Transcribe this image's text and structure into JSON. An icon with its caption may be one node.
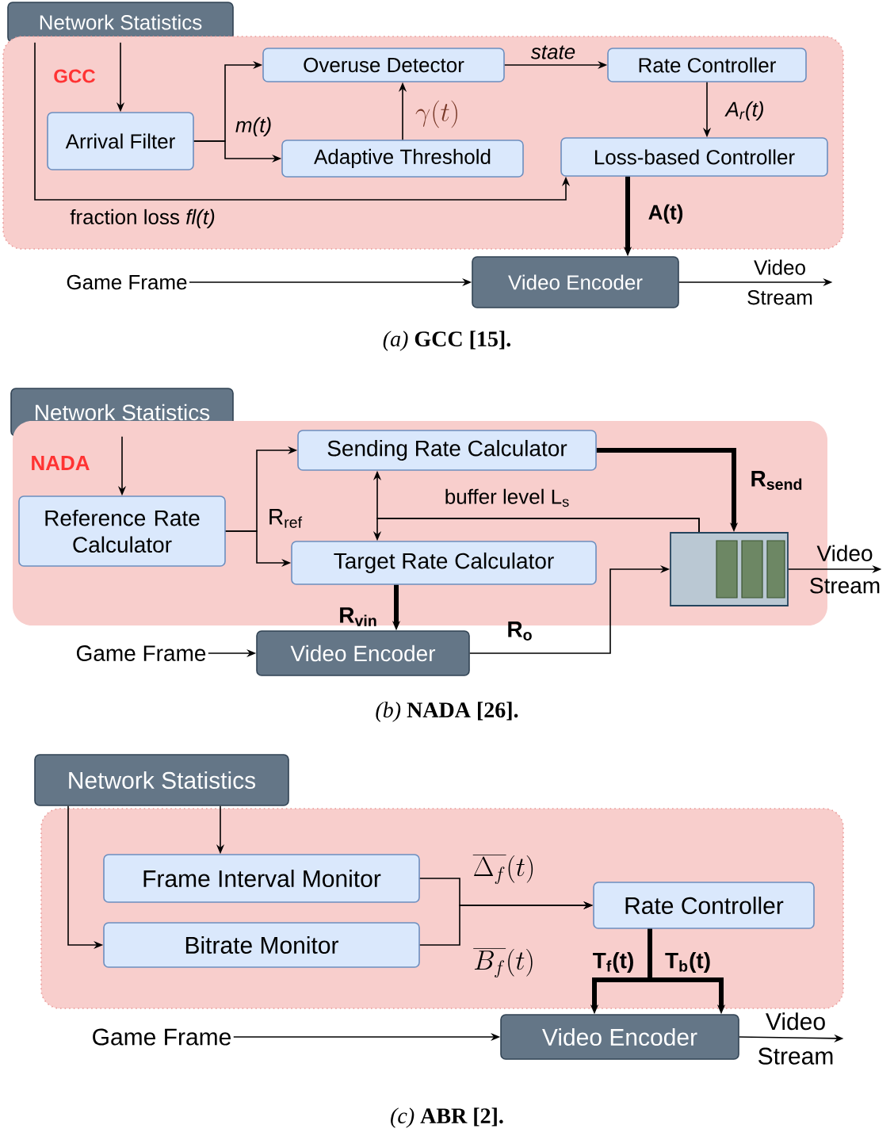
{
  "diagram": {
    "nodes": [
      {
        "text": [
          "Network Statistics"
        ]
      },
      {
        "text": [
          "GCC"
        ]
      },
      {
        "text": [
          "Arrival Filter"
        ],
        "in": 1
      },
      {
        "text": [
          "Overuse Detector"
        ],
        "in": 1
      },
      {
        "text": [
          "Adaptive Threshold"
        ],
        "in": 1
      },
      {
        "text": [
          "Rate Controller"
        ],
        "in": 1
      },
      {
        "text": [
          "Loss-based Controller"
        ],
        "in": 1
      },
      {
        "text": [
          "Video Encoder"
        ]
      },
      {
        "text": [
          "Game Frame"
        ]
      },
      {
        "text": [
          "Video Stream"
        ]
      },
      {
        "text": [
          "Network Statistics"
        ]
      },
      {
        "text": [
          "NADA"
        ]
      },
      {
        "text": [
          "Reference Rate Calculator"
        ],
        "in": 11
      },
      {
        "text": [
          "Sending Rate Calculator"
        ],
        "in": 11
      },
      {
        "text": [
          "Target Rate Calculator"
        ],
        "in": 11
      },
      {
        "text": [],
        "shape": "box",
        "in": 11
      },
      {
        "text": [
          "Video Encoder"
        ]
      },
      {
        "text": [
          "Game Frame"
        ]
      },
      {
        "text": [
          "Video Stream"
        ]
      },
      {
        "text": [
          "Network Statistics"
        ]
      },
      {
        "text": [],
        "shape": "box"
      },
      {
        "text": [
          "Frame Interval Monitor"
        ],
        "in": 20
      },
      {
        "text": [
          "Bitrate Monitor"
        ],
        "in": 20
      },
      {
        "text": [
          "Rate Controller"
        ],
        "in": 20
      },
      {
        "text": [
          "Video Encoder"
        ]
      },
      {
        "text": [
          "Game Frame"
        ]
      },
      {
        "text": [
          "Video Stream"
        ]
      }
    ],
    "edges": [
      {
        "from": 0,
        "to": 2,
        "arrow": "to"
      },
      {
        "from": 0,
        "to": 6,
        "arrow": "to",
        "label": "fraction loss *fl(t)*"
      },
      {
        "from": 2,
        "to": 3,
        "arrow": "to",
        "label": "m(t)"
      },
      {
        "from": 2,
        "to": 4,
        "arrow": "to"
      },
      {
        "from": 4,
        "to": 3,
        "arrow": "to",
        "label": "\\gamma(t)"
      },
      {
        "from": 3,
        "to": 5,
        "arrow": "to",
        "label": "state"
      },
      {
        "from": 5,
        "to": 6,
        "arrow": "to",
        "label": "A$_{r}$(t)"
      },
      {
        "from": 6,
        "to": 7,
        "arrow": "to",
        "label": "A(t)",
        "style": "thick"
      },
      {
        "from": 8,
        "to": 7,
        "arrow": "to"
      },
      {
        "from": 7,
        "to": 9,
        "arrow": "to"
      },
      {
        "from": 10,
        "to": 12,
        "arrow": "to"
      },
      {
        "from": 12,
        "to": 13,
        "arrow": "to",
        "label": "R$_{ref}$"
      },
      {
        "from": 12,
        "to": 14,
        "arrow": "to"
      },
      {
        "from": 15,
        "to": 13,
        "arrow": "to",
        "label": "buffer level L$_{s}$"
      },
      {
        "from": 15,
        "to": 14,
        "arrow": "to"
      },
      {
        "from": 13,
        "to": 15,
        "arrow": "to",
        "label": "R$_{send}$",
        "style": "thick"
      },
      {
        "from": 14,
        "to": 16,
        "arrow": "to",
        "label": "R$_{vin}$",
        "style": "thick"
      },
      {
        "from": 16,
        "to": 15,
        "arrow": "to",
        "label": "R$_{o}$"
      },
      {
        "from": 17,
        "to": 16,
        "arrow": "to"
      },
      {
        "from": 15,
        "to": 18,
        "arrow": "to"
      },
      {
        "from": 19,
        "to": 21,
        "arrow": "to"
      },
      {
        "from": 19,
        "to": 22,
        "arrow": "to"
      },
      {
        "from": 21,
        "to": 23,
        "arrow": "to",
        "label": "\\overline{\\Delta_f}(t)"
      },
      {
        "from": 22,
        "to": 23,
        "arrow": "to",
        "label": "\\overline{B_f}(t)"
      },
      {
        "from": 23,
        "to": 24,
        "arrow": "to",
        "label": "T$_{f}$(t)",
        "style": "thick"
      },
      {
        "from": 23,
        "to": 24,
        "arrow": "to",
        "label": "T$_{b}$(t)",
        "style": "thick"
      },
      {
        "from": 25,
        "to": 24,
        "arrow": "to"
      },
      {
        "from": 24,
        "to": 26,
        "arrow": "to"
      }
    ],
    "labels": [
      "*(a)* **GCC [15].**",
      "*(b)* **NADA [26].**",
      "*(c)* **ABR [2].**"
    ]
  }
}
